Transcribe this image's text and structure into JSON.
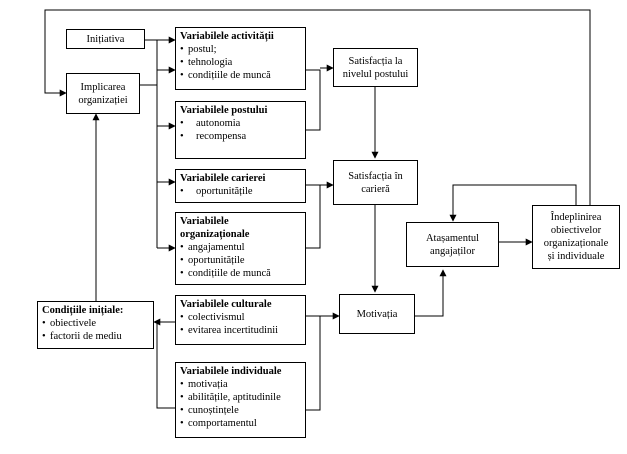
{
  "boxes": {
    "initiativa": {
      "label": "Inițiativa"
    },
    "implicarea": {
      "lines": [
        "Implicarea",
        "organizației"
      ]
    },
    "activitatii": {
      "title": "Variabilele activității",
      "items": [
        "postul;",
        "tehnologia",
        "condițiile de muncă"
      ]
    },
    "postului": {
      "title": "Variabilele postului",
      "items": [
        "autonomia",
        "recompensa"
      ]
    },
    "carierei": {
      "title": "Variabilele carierei",
      "items": [
        "oportunitățile"
      ]
    },
    "organizationale": {
      "title_lines": [
        "Variabilele",
        "organizaționale"
      ],
      "items": [
        "angajamentul",
        "oportunitățile",
        "condițiile de muncă"
      ]
    },
    "culturale": {
      "title": "Variabilele culturale",
      "items": [
        "colectivismul",
        "evitarea incertitudinii"
      ]
    },
    "individuale": {
      "title": "Variabilele individuale",
      "items": [
        "motivația",
        "abilitățile, aptitudinile",
        "cunoștințele",
        "comportamentul"
      ]
    },
    "conditiile": {
      "title": "Condițiile inițiale:",
      "items": [
        "obiectivele",
        "factorii de mediu"
      ]
    },
    "sat_post": {
      "lines": [
        "Satisfacția la",
        "nivelul postului"
      ]
    },
    "sat_cariera": {
      "lines": [
        "Satisfacția în",
        "carieră"
      ]
    },
    "motivatia": {
      "label": "Motivația"
    },
    "atasamentul": {
      "lines": [
        "Atașamentul",
        "angajaților"
      ]
    },
    "indeplinirea": {
      "lines": [
        "Îndeplinirea",
        "obiectivelor",
        "organizaționale",
        "și individuale"
      ]
    }
  }
}
